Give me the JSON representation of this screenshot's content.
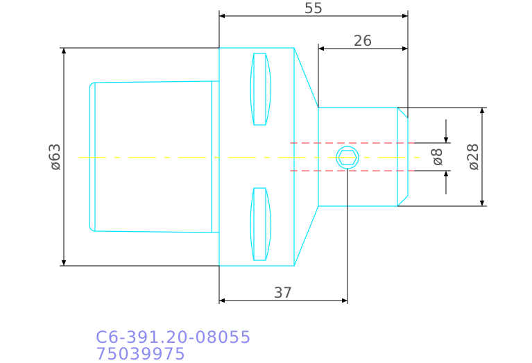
{
  "dimensions": {
    "total_length": "55",
    "shank_length": "26",
    "body_length": "37",
    "flange_diameter": "ø63",
    "shank_diameter": "ø28",
    "hole_diameter": "ø8"
  },
  "part": {
    "code": "C6-391.20-08055",
    "number": "75039975"
  },
  "colors": {
    "outline": "#00e5ff",
    "dimension": "#000000",
    "text": "#555555",
    "centerline": "#ffff00",
    "hidden_line": "#ff3333",
    "code_text": "#8c8cf0"
  }
}
